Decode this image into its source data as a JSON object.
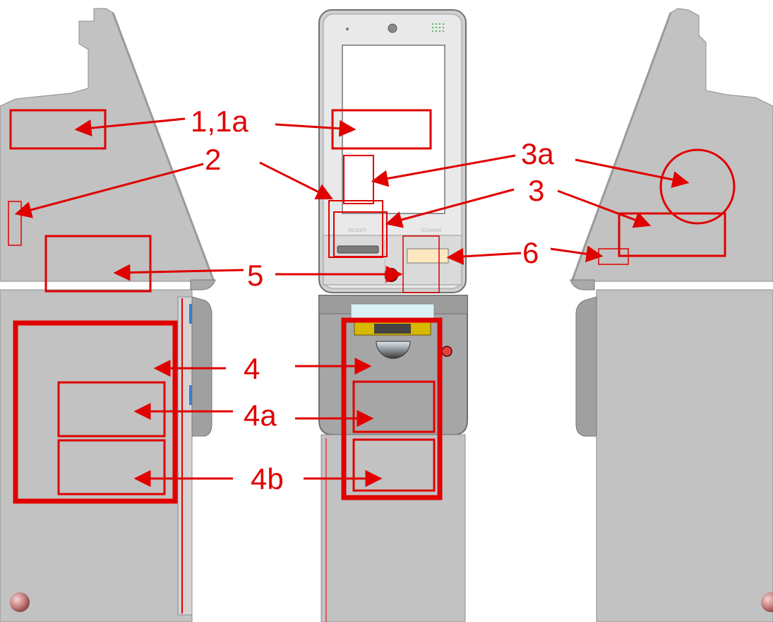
{
  "diagram": {
    "accent_color": "#e00000",
    "labels": {
      "l1": "1,1a",
      "l2": "2",
      "l3a": "3a",
      "l3": "3",
      "l5": "5",
      "l6": "6",
      "l4": "4",
      "l4a": "4a",
      "l4b": "4b"
    },
    "panel_text": {
      "left_slot": "RECEIPT",
      "right_slot": "SCANNER"
    }
  }
}
